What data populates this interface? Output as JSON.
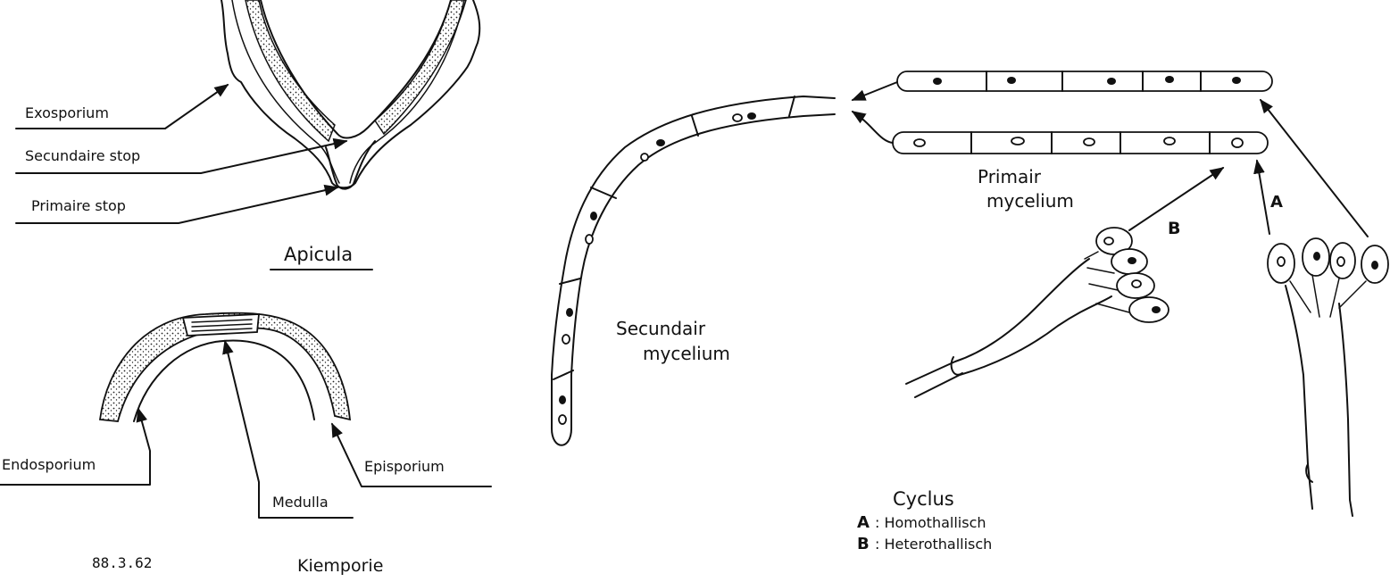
{
  "apicula": {
    "labels": {
      "exosporium": "Exosporium",
      "secundaire_stop": "Secundaire stop",
      "primaire_stop": "Primaire stop"
    },
    "title": "Apicula"
  },
  "kiemporie": {
    "labels": {
      "endosporium": "Endosporium",
      "medulla": "Medulla",
      "episporium": "Episporium"
    },
    "title": "Kiemporie",
    "code": "88.3.62"
  },
  "cycle": {
    "secundair_mycelium": [
      "Secundair",
      "mycelium"
    ],
    "primair_mycelium": [
      "Primair",
      "mycelium"
    ],
    "arrow_a": "A",
    "arrow_b": "B",
    "legend": {
      "title": "Cyclus",
      "a_key": "A",
      "a_text": ": Homothallisch",
      "b_key": "B",
      "b_text": ": Heterothallisch"
    }
  }
}
